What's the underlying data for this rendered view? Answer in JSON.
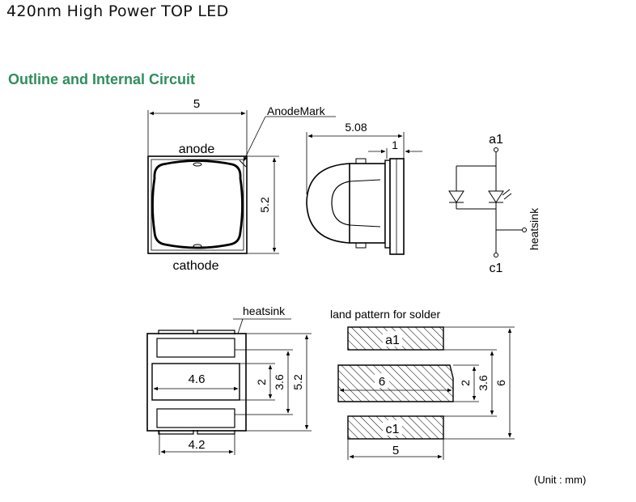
{
  "header": {
    "title": "420nm High Power TOP LED",
    "section_title": "Outline and Internal Circuit",
    "unit_note": "(Unit : mm)"
  },
  "top_view": {
    "width_label": "5",
    "height_label": "5.2",
    "anode_label": "anode",
    "cathode_label": "cathode",
    "mark_label": "AnodeMark"
  },
  "side_view": {
    "total_label": "5.08",
    "flange_label": "1"
  },
  "circuit": {
    "a1_label": "a1",
    "c1_label": "c1",
    "heatsink_label": "heatsink"
  },
  "bottom_view": {
    "heatsink_label": "heatsink",
    "pad_width_label": "4.6",
    "base_width_label": "4.2",
    "dim_2": "2",
    "dim_36": "3.6",
    "dim_52": "5.2"
  },
  "land_pattern": {
    "title": "land pattern for solder",
    "a1_label": "a1",
    "center_label": "6",
    "c1_label": "c1",
    "bottom_label": "5",
    "dim_2": "2",
    "dim_36": "3.6",
    "dim_6": "6"
  }
}
